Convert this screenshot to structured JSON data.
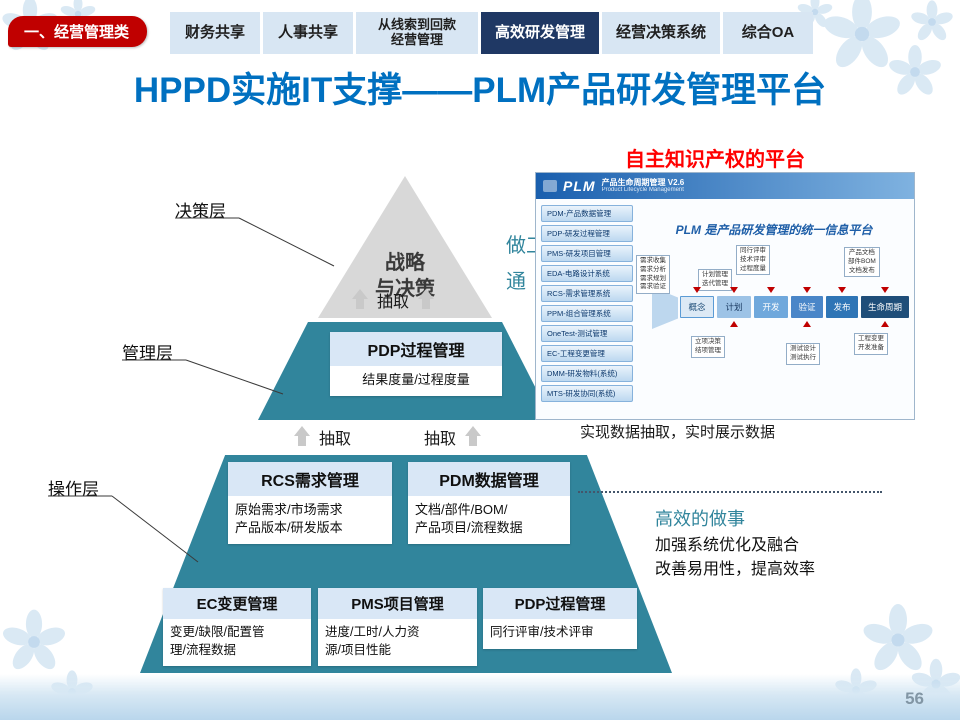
{
  "colors": {
    "title_blue": "#0070C0",
    "pyramid_teal": "#31859C",
    "caption_red": "#FF0000",
    "tab_active_bg": "#1F3864",
    "tab_bg": "#D8E6F3",
    "pill_red": "#C00000"
  },
  "header": {
    "category_label": "一、经营管理类",
    "tabs": [
      "财务共享",
      "人事共享",
      "从线索到回款\n经营管理",
      "高效研发管理",
      "经营决策系统",
      "综合OA"
    ],
    "active_tab": "高效研发管理"
  },
  "title": "HPPD实施IT支撑——PLM产品研发管理平台",
  "pyramid": {
    "labels": {
      "decision": "决策层",
      "management": "管理层",
      "operation": "操作层"
    },
    "apex": {
      "line1": "战略",
      "line2": "与决策"
    },
    "extract": "抽取",
    "mid_box": {
      "title": "PDP过程管理",
      "body": "结果度量/过程度量"
    },
    "rcs_box": {
      "title": "RCS需求管理",
      "body": "原始需求/市场需求\n产品版本/研发版本"
    },
    "pdm_box": {
      "title": "PDM数据管理",
      "body": "文档/部件/BOM/\n产品项目/流程数据"
    },
    "ec_box": {
      "title": "EC变更管理",
      "body": "变更/缺限/配置管\n理/流程数据"
    },
    "pms_box": {
      "title": "PMS项目管理",
      "body": "进度/工时/人力资\n源/项目性能"
    },
    "pdp_box": {
      "title": "PDP过程管理",
      "body": "同行评审/技术评审"
    }
  },
  "right": {
    "caption": "自主知识产权的平台",
    "fragment_top": "做工",
    "fragment_bottom": "通",
    "data_line": "实现数据抽取，实时展示数据",
    "efficient_title": "高效的做事",
    "efficient_line1": "加强系统优化及融合",
    "efficient_line2": "改善易用性，提高效率"
  },
  "plm": {
    "logo": "PLM",
    "header_cn": "产品生命周期管理 V2.6",
    "header_en": "Product Lifecycle Management",
    "banner": "PLM 是产品研发管理的统一信息平台",
    "sidebar": [
      "PDM-产品数据管理",
      "PDP-研发过程管理",
      "PMS-研发项目管理",
      "EDA-电路设计系统",
      "RCS-需求管理系统",
      "PPM-组合管理系统",
      "OneTest-测试管理",
      "EC-工程变更管理",
      "DMM-研发物料(系统)",
      "MTS-研发协同(系统)"
    ],
    "stages": [
      "概念",
      "计划",
      "开发",
      "验证",
      "发布",
      "生命周期"
    ],
    "annotations": [
      "同行评审\n技术评审\n过程度量",
      "计划管理\n迭代管理",
      "产品文档\n部件BOM\n文档发布",
      "需求收集\n需求分析\n需求规划\n需求验证",
      "立项决策\n结项管理",
      "测试设计\n测试执行",
      "工程变更\n开发准备"
    ]
  },
  "footer": {
    "page_number": "56"
  }
}
